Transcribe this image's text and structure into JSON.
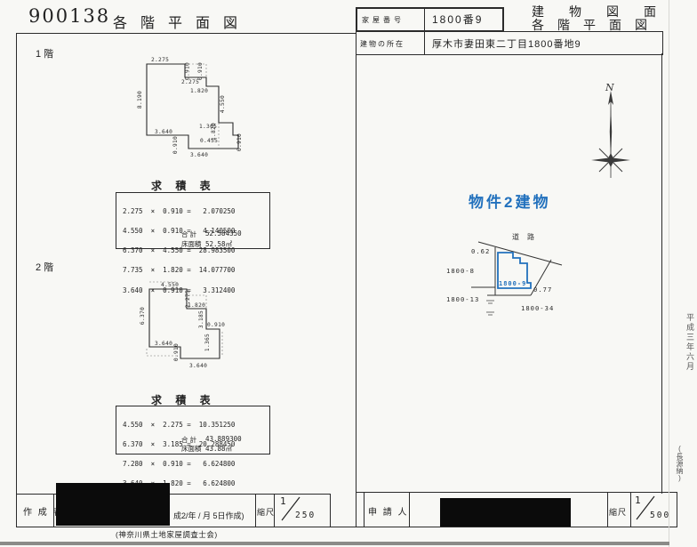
{
  "colors": {
    "ink": "#2b2b2b",
    "blue": "#2271bd",
    "paper": "#f8f8f5"
  },
  "header": {
    "doc_number": "900138",
    "page_title": "各階平面図",
    "house_number_label": "家屋番号",
    "house_number_value": "1800番9",
    "building_title_line1": "建物図面",
    "building_title_line2": "各階平面図",
    "location_label": "建物の所在",
    "location_value": "厚木市妻田東二丁目1800番地9"
  },
  "floors": {
    "f1": {
      "label": "1階",
      "table_title": "求 積 表",
      "rows": [
        "2.275  ×  0.910 =   2.070250",
        "4.550  ×  0.910 =   4.140500",
        "6.370  ×  4.550 =  28.983500",
        "7.735  ×  1.820 =  14.077700",
        "3.640  ×  0.910 =   3.312400"
      ],
      "total_label": "合 計",
      "total_value": "52.584350",
      "area_label": "床面積",
      "area_value": "52.58㎡",
      "dim_labels": [
        "2.275",
        "0.910",
        "2.275",
        "1.820",
        "0.910",
        "8.190",
        "4.550",
        "1.365",
        "0.455",
        "3.640",
        "0.910",
        "3.640",
        "1.820",
        "0.910"
      ]
    },
    "f2": {
      "label": "2階",
      "table_title": "求 積 表",
      "rows": [
        "4.550  ×  2.275 =  10.351250",
        "6.370  ×  3.185 =  20.288450",
        "7.280  ×  0.910 =   6.624800",
        "3.640  ×  1.820 =   6.624800"
      ],
      "total_label": "合 計",
      "total_value": "43.889300",
      "area_label": "床面積",
      "area_value": "43.88㎡",
      "dim_labels": [
        "4.550",
        "2.275",
        "1.820",
        "6.370",
        "3.185",
        "0.910",
        "1.365",
        "3.640",
        "0.910",
        "3.640"
      ]
    }
  },
  "site": {
    "property_title": "物件2建物",
    "road_label": "道路",
    "parcel_number": "1800-9",
    "neighbor_left": "1800-8",
    "neighbor_bottom_left": "1800-13",
    "neighbor_bottom_right": "1800-34",
    "offset_top": "0.62",
    "offset_right": "0.77"
  },
  "compass": {
    "north_label": "N"
  },
  "footer": {
    "creator_label": "作 成 者",
    "date_note": "成2/年 / 月 5日作成)",
    "association": "(神奈川県土地家屋調査士会)",
    "scale_label": "縮尺",
    "scale_left_numerator": "1",
    "scale_left_denominator": "250",
    "applicant_label": "申 請 人",
    "scale_right_numerator": "1",
    "scale_right_denominator": "500"
  },
  "side_notes": {
    "upper": "平成三年六月",
    "lower": "(長源納)"
  }
}
